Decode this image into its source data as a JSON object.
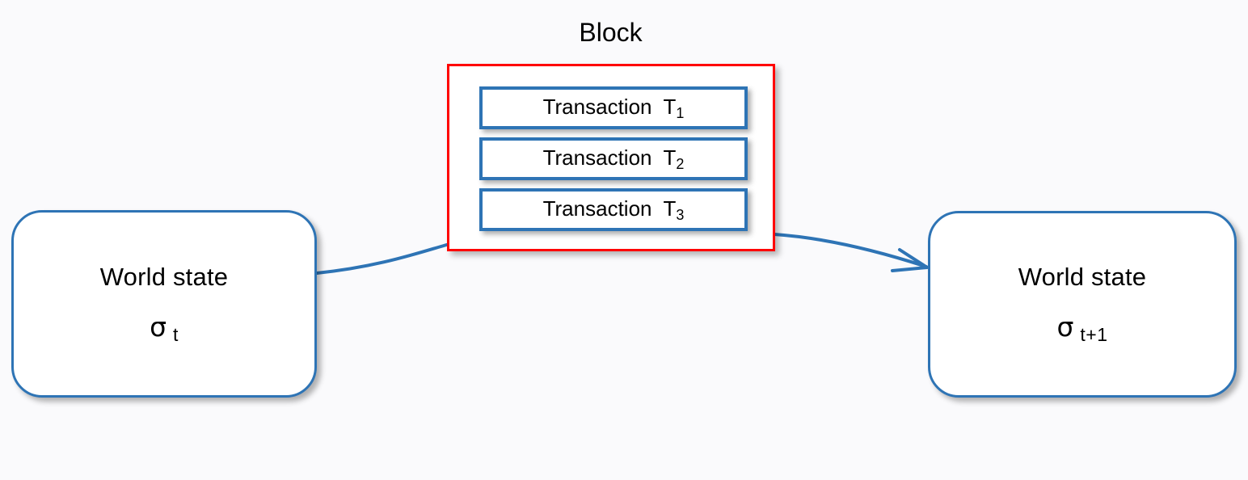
{
  "background_color": "#fafafc",
  "colors": {
    "box_border_blue": "#2E74B5",
    "block_border_red": "#FF0000",
    "connector_blue": "#2E74B5",
    "text_black": "#000000",
    "box_fill_white": "#ffffff"
  },
  "block": {
    "title": "Block",
    "transactions": [
      {
        "label": "Transaction",
        "symbol": "T",
        "subscript": "1"
      },
      {
        "label": "Transaction",
        "symbol": "T",
        "subscript": "2"
      },
      {
        "label": "Transaction",
        "symbol": "T",
        "subscript": "3"
      }
    ]
  },
  "states": {
    "before": {
      "title": "World state",
      "symbol": "σ",
      "subscript": "t"
    },
    "after": {
      "title": "World state",
      "symbol": "σ",
      "subscript": "t+1"
    }
  },
  "connectors": [
    {
      "name": "state-before-to-block",
      "arrowhead": false
    },
    {
      "name": "block-to-state-after",
      "arrowhead": true
    }
  ]
}
